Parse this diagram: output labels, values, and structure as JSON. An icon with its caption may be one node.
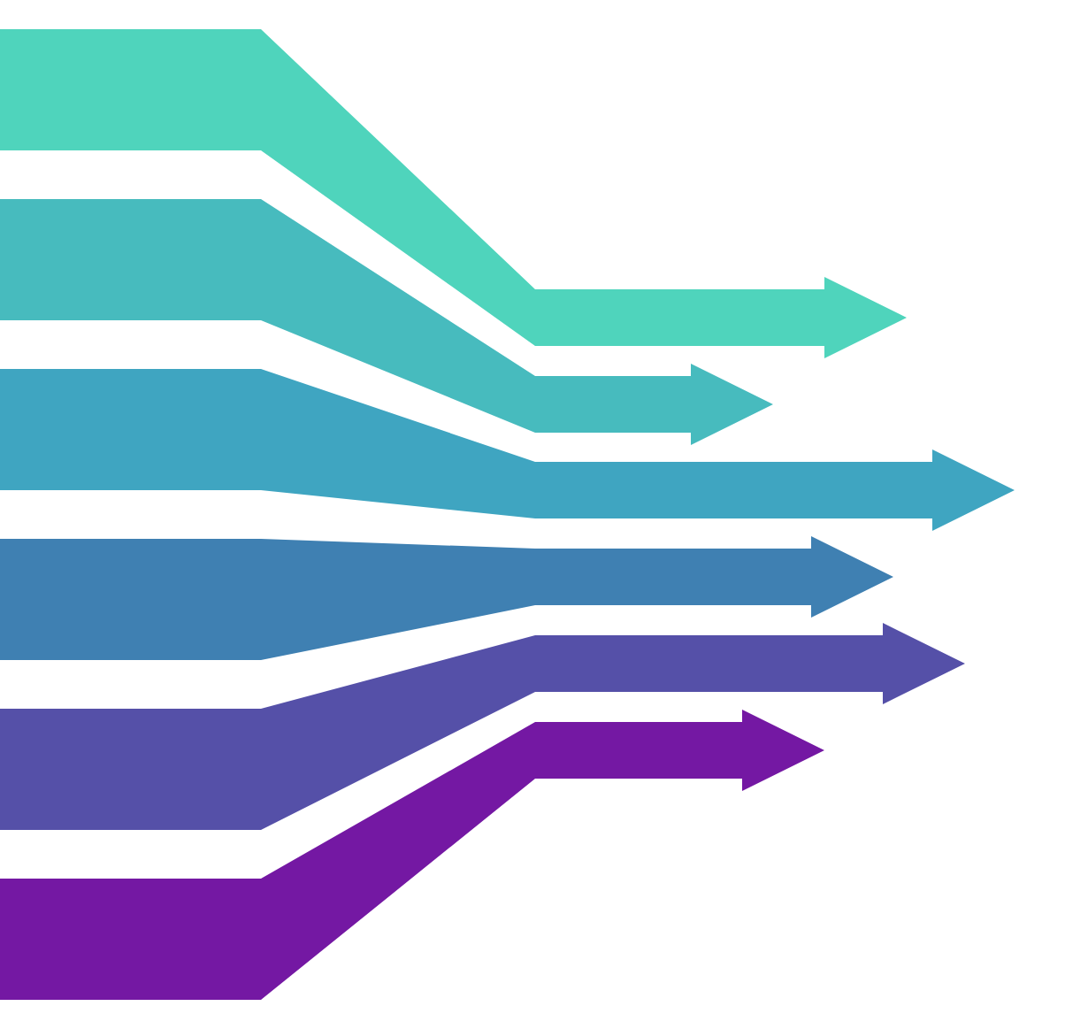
{
  "diagram": {
    "nodes": [
      {
        "text": [],
        "shape": "bar"
      },
      {
        "text": [],
        "shape": "bar"
      },
      {
        "text": [],
        "shape": "bar"
      },
      {
        "text": [],
        "shape": "bar"
      },
      {
        "text": [],
        "shape": "bar"
      },
      {
        "text": [],
        "shape": "bar"
      }
    ],
    "edges": [
      {
        "from": 0,
        "to": null,
        "arrow": "to",
        "color": "#4fd4bc"
      },
      {
        "from": 1,
        "to": null,
        "arrow": "to",
        "color": "#47bbbe"
      },
      {
        "from": 2,
        "to": null,
        "arrow": "to",
        "color": "#3fa5c1"
      },
      {
        "from": 3,
        "to": null,
        "arrow": "to",
        "color": "#3f80b2"
      },
      {
        "from": 4,
        "to": null,
        "arrow": "to",
        "color": "#5550a8"
      },
      {
        "from": 5,
        "to": null,
        "arrow": "to",
        "color": "#7418a3"
      }
    ]
  }
}
